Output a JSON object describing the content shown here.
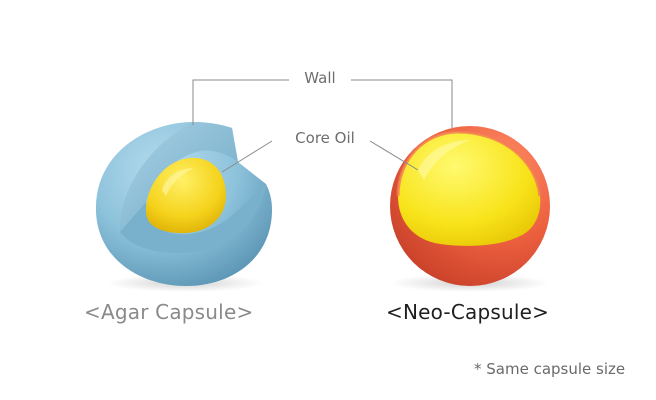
{
  "labels": {
    "wall": "Wall",
    "core_oil": "Core Oil"
  },
  "capsules": [
    {
      "title": "<Agar Capsule>",
      "wall_color": "#8cc3dc",
      "core_color": "#f4d321"
    },
    {
      "title": "<Neo-Capsule>",
      "wall_color": "#ee6a4a",
      "core_color": "#f9e51f"
    }
  ],
  "footnote": "* Same capsule size",
  "colors": {
    "leader_line": "#8a8a8a",
    "agar_title": "#8a8a8a",
    "neo_title": "#1f1f1f"
  }
}
